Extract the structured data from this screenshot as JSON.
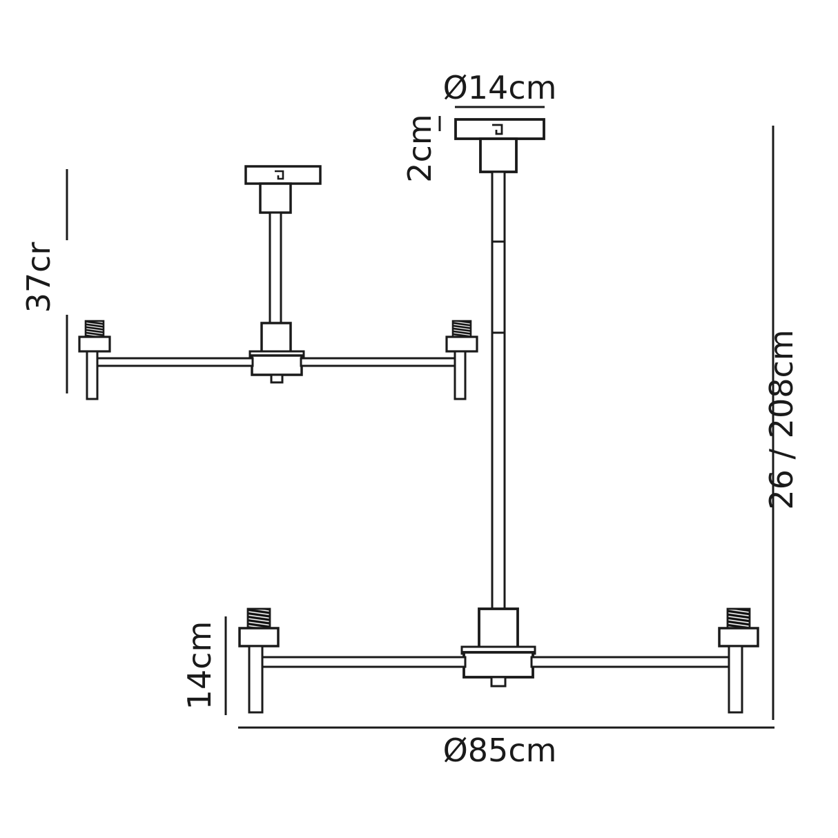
{
  "drawing": {
    "title": "Ceiling pendant light technical dimension drawing",
    "background_color": "#ffffff",
    "line_color": "#1a1a1a",
    "fill_color": "#ffffff",
    "text_color": "#1a1a1a"
  },
  "dimensions": {
    "canopy_diameter": "Ø14cm",
    "canopy_height": "2cm",
    "upper_arm_drop": "37cr",
    "total_height_range": "26 / 208cm",
    "lower_arm_drop": "14cm",
    "spread_diameter": "Ø85cm"
  },
  "labels": [
    {
      "id": "canopy-diameter",
      "text": "Ø14cm",
      "orientation": "horizontal"
    },
    {
      "id": "canopy-height",
      "text": "2cm",
      "orientation": "vertical"
    },
    {
      "id": "upper-drop",
      "text": "37cr",
      "orientation": "vertical"
    },
    {
      "id": "total-height",
      "text": "26 / 208cm",
      "orientation": "vertical"
    },
    {
      "id": "lower-drop",
      "text": "14cm",
      "orientation": "vertical"
    },
    {
      "id": "spread",
      "text": "Ø85cm",
      "orientation": "horizontal"
    }
  ],
  "components": {
    "upper_fixture": {
      "name": "upper-pendant-assembly",
      "parts": [
        "ceiling-canopy",
        "short-stem",
        "hub-body",
        "cross-arm",
        "lamp-socket-left",
        "lamp-socket-right"
      ],
      "socket_count": 2
    },
    "lower_fixture": {
      "name": "lower-pendant-assembly",
      "parts": [
        "ceiling-canopy",
        "long-stem",
        "hub-body",
        "cross-arm",
        "lamp-socket-left",
        "lamp-socket-right"
      ],
      "socket_count": 2
    }
  }
}
